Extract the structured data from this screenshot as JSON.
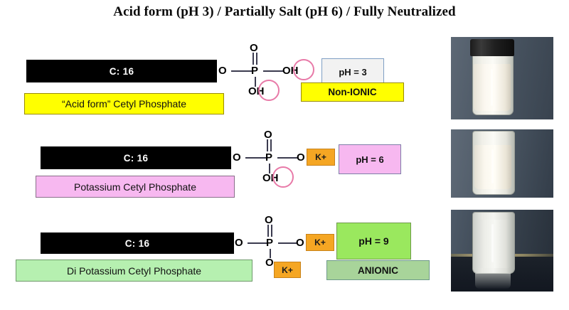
{
  "slide": {
    "title": "Acid form (pH 3)  / Partially Salt (pH 6) / Fully Neutralized",
    "background": "#ffffff"
  },
  "colors": {
    "chain_bar": "#000000",
    "chain_bar_text": "#ffffff",
    "acid_yellow": "#ffff00",
    "acid_yellow_border": "#9a8b00",
    "potassium_pink": "#f7b8f0",
    "potassium_pink_border": "#8a6f8a",
    "dipotassium_green": "#b6f0b0",
    "dipotassium_green_border": "#6f9a6b",
    "ph3_box": "#f2f2f2",
    "ph3_box_border": "#7f9fc4",
    "ph6_box": "#f7b8f0",
    "ph6_box_border": "#7f7fa8",
    "ph9_box": "#9ae85e",
    "ph9_box_border": "#6f9a4b",
    "anionic_box": "#a8d49a",
    "anionic_box_border": "#6f9a8a",
    "kplus_fill": "#f5a623",
    "kplus_border": "#c8821a",
    "circle_highlight": "#e87aa8",
    "bond": "#3b3b4f",
    "photo_wall": "#55606e"
  },
  "rows": [
    {
      "id": "acid-form",
      "chain_label": "C: 16",
      "name_label": "“Acid form” Cetyl  Phosphate",
      "ph_label": "pH = 3",
      "tag_label": "Non-IONIC",
      "atoms": {
        "ester_o": "O",
        "phosphorus": "P",
        "double_o": "O",
        "right_group": "OH",
        "bottom_group": "OH"
      },
      "counterions": [],
      "highlighted_groups": [
        "OH-right",
        "OH-bottom"
      ],
      "photo": {
        "name": "acid-form-sample-photo",
        "cap": "black screw cap",
        "contents": "opaque white cream",
        "background": "blue-gray wall"
      }
    },
    {
      "id": "potassium",
      "chain_label": "C: 16",
      "name_label": "Potassium Cetyl  Phosphate",
      "ph_label": "pH = 6",
      "tag_label": "",
      "atoms": {
        "ester_o": "O",
        "phosphorus": "P",
        "double_o": "O",
        "right_group": "O",
        "bottom_group": "OH"
      },
      "counterions": [
        "K+"
      ],
      "highlighted_groups": [
        "OH-bottom"
      ],
      "photo": {
        "name": "potassium-sample-photo",
        "cap": "no cap",
        "contents": "opaque white cream",
        "background": "blue-gray wall"
      }
    },
    {
      "id": "di-potassium",
      "chain_label": "C: 16",
      "name_label": "Di Potassium Cetyl  Phosphate",
      "ph_label": "pH = 9",
      "tag_label": "ANIONIC",
      "atoms": {
        "ester_o": "O",
        "phosphorus": "P",
        "double_o": "O",
        "right_group": "O",
        "bottom_group": "O"
      },
      "counterions": [
        "K+",
        "K+"
      ],
      "highlighted_groups": [],
      "photo": {
        "name": "di-potassium-sample-photo",
        "cap": "no cap",
        "contents": "translucent white gel",
        "background": "dark reflective surface"
      }
    }
  ]
}
